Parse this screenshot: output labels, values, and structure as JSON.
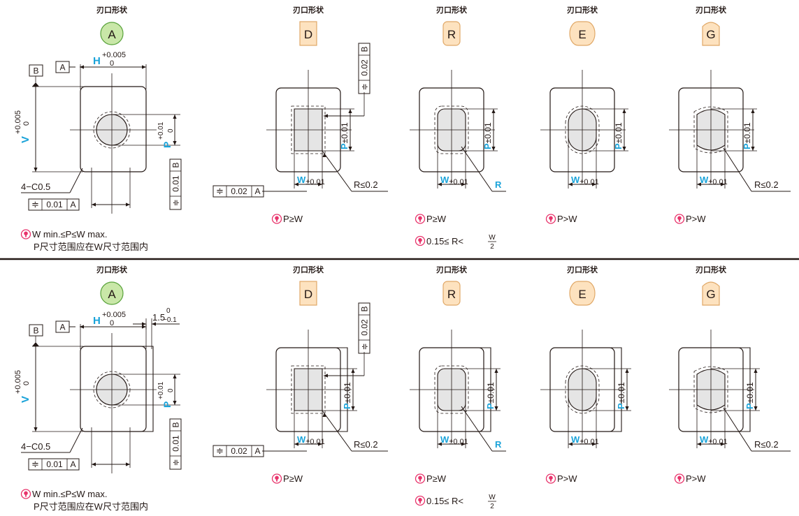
{
  "colors": {
    "cyan": "#1aa3d9",
    "shape_a_fill": "#c9e7a8",
    "shape_a_stroke": "#58a23a",
    "shape_box_fill": "#fde2bf",
    "shape_box_stroke": "#e0a867",
    "hole_fill": "#e5e5e5",
    "ink": "#231815",
    "note_icon": "#e8336b"
  },
  "common": {
    "shape_title": "刃口形状",
    "datum_a": "A",
    "datum_b": "B",
    "chamfer": "4−C0.5",
    "flat_tol_val": "0.01",
    "flat_tol_val2": "0.02",
    "sym": "≑",
    "H_letter": "H",
    "H_tol_top": "+0.005",
    "H_tol_bot": "0",
    "V_letter": "V",
    "V_tol_top": "+0.005",
    "V_tol_bot": "0",
    "P_letter": "P",
    "P_pm": "±0.01",
    "P_tol_top": "+0.01",
    "P_tol_bot": "0",
    "W_letter": "W",
    "W_pm": "±0.01",
    "R_letter": "R",
    "R_le": "R≤0.2",
    "note_A_line1": "W min.≤P≤W max.",
    "note_A_line2": "P尺寸范围应在W尺寸范围内",
    "note_PgeW": "P≥W",
    "note_PgtW": "P>W",
    "note_R_prefix": "0.15≤ R<",
    "note_R_num": "W",
    "note_R_den": "2",
    "flange_dim": "1.5",
    "flange_tol_top": "0",
    "flange_tol_bot": "−0.1"
  },
  "shapes": [
    {
      "key": "A",
      "label": "A"
    },
    {
      "key": "D",
      "label": "D"
    },
    {
      "key": "R",
      "label": "R"
    },
    {
      "key": "E",
      "label": "E"
    },
    {
      "key": "G",
      "label": "G"
    }
  ],
  "rows": [
    {
      "key": "plain",
      "has_flange": false
    },
    {
      "key": "flange",
      "has_flange": true
    }
  ]
}
